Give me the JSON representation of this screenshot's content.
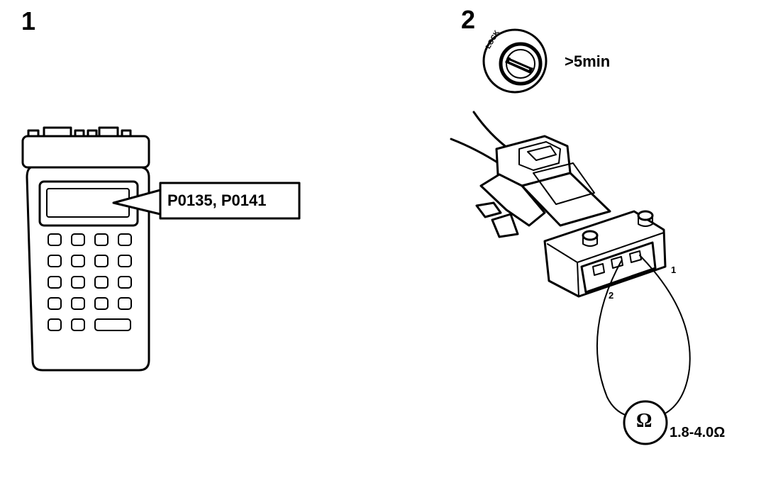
{
  "steps": [
    {
      "number": "1",
      "dtc_codes": "P0135, P0141"
    },
    {
      "number": "2",
      "wait_time": ">5min",
      "lock_text": "LOCK",
      "terminal_1": "1",
      "terminal_2": "2",
      "meter_symbol": "Ω",
      "resistance_spec": "1.8-4.0Ω"
    }
  ]
}
